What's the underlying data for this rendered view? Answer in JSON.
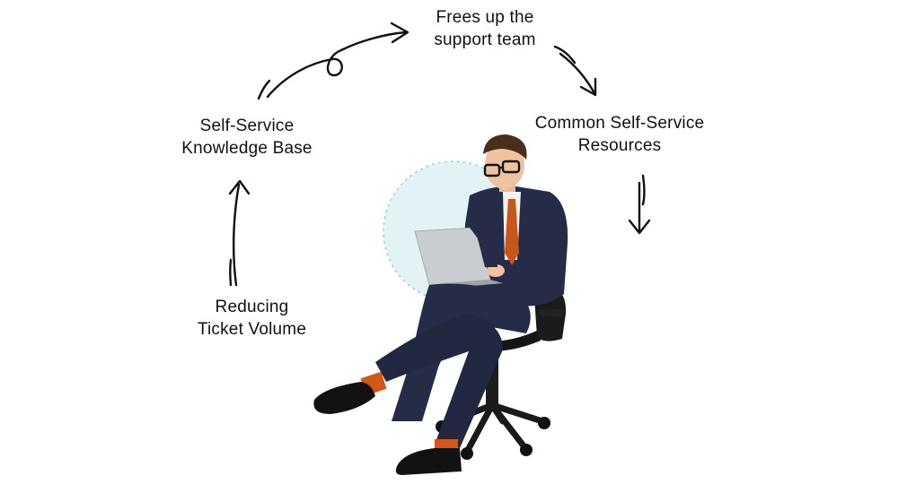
{
  "cycle": {
    "steps": [
      {
        "line1": "Frees up the",
        "line2": "support team"
      },
      {
        "line1": "Common Self-Service",
        "line2": "Resources"
      },
      {
        "line1": "Reducing",
        "line2": "Ticket Volume"
      },
      {
        "line1": "Self-Service",
        "line2": "Knowledge Base"
      }
    ]
  },
  "colors": {
    "text": "#111111",
    "circle_fill": "#e3f3f5",
    "circle_dash": "#9fcfd3",
    "suit": "#262c47",
    "tie": "#c7561c",
    "socks": "#d4571a",
    "laptop": "#c9ccd1"
  },
  "illustration": {
    "subject": "businessman-on-office-chair-with-laptop"
  }
}
